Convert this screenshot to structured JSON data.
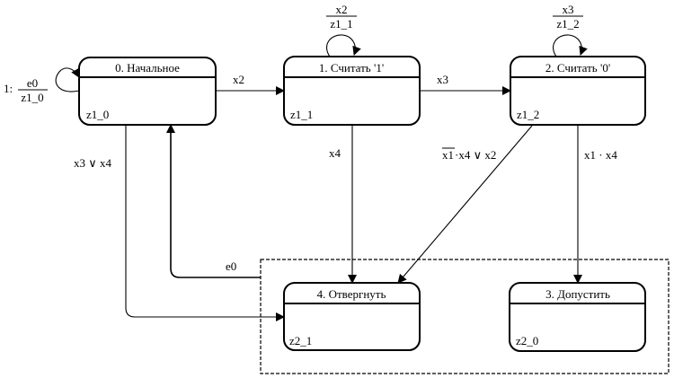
{
  "diagram": {
    "type": "state-machine",
    "states": [
      {
        "id": "s0",
        "title": "0. Начальное",
        "action": "z1_0"
      },
      {
        "id": "s1",
        "title": "1. Считать '1'",
        "action": "z1_1"
      },
      {
        "id": "s2",
        "title": "2. Считать '0'",
        "action": "z1_2"
      },
      {
        "id": "s4",
        "title": "4. Отвергнуть",
        "action": "z2_1"
      },
      {
        "id": "s3",
        "title": "3. Допустить",
        "action": "z2_0"
      }
    ],
    "transitions": [
      {
        "from": "s0",
        "to": "s0",
        "prefix": "1:",
        "condition": "e0",
        "action": "z1_0"
      },
      {
        "from": "s1",
        "to": "s1",
        "condition": "x2",
        "action": "z1_1"
      },
      {
        "from": "s2",
        "to": "s2",
        "condition": "x3",
        "action": "z1_2"
      },
      {
        "from": "s0",
        "to": "s1",
        "condition": "x2"
      },
      {
        "from": "s1",
        "to": "s2",
        "condition": "x3"
      },
      {
        "from": "s0",
        "to": "s4",
        "condition": "x3 ∨ x4"
      },
      {
        "from": "s1",
        "to": "s4",
        "condition": "x4"
      },
      {
        "from": "s2",
        "to": "s4",
        "condition_negated": "x1",
        "condition_rest": "·x4 ∨ x2"
      },
      {
        "from": "s2",
        "to": "s3",
        "condition": "x1 · x4"
      },
      {
        "from": "group",
        "to": "s0",
        "condition": "e0"
      }
    ]
  }
}
